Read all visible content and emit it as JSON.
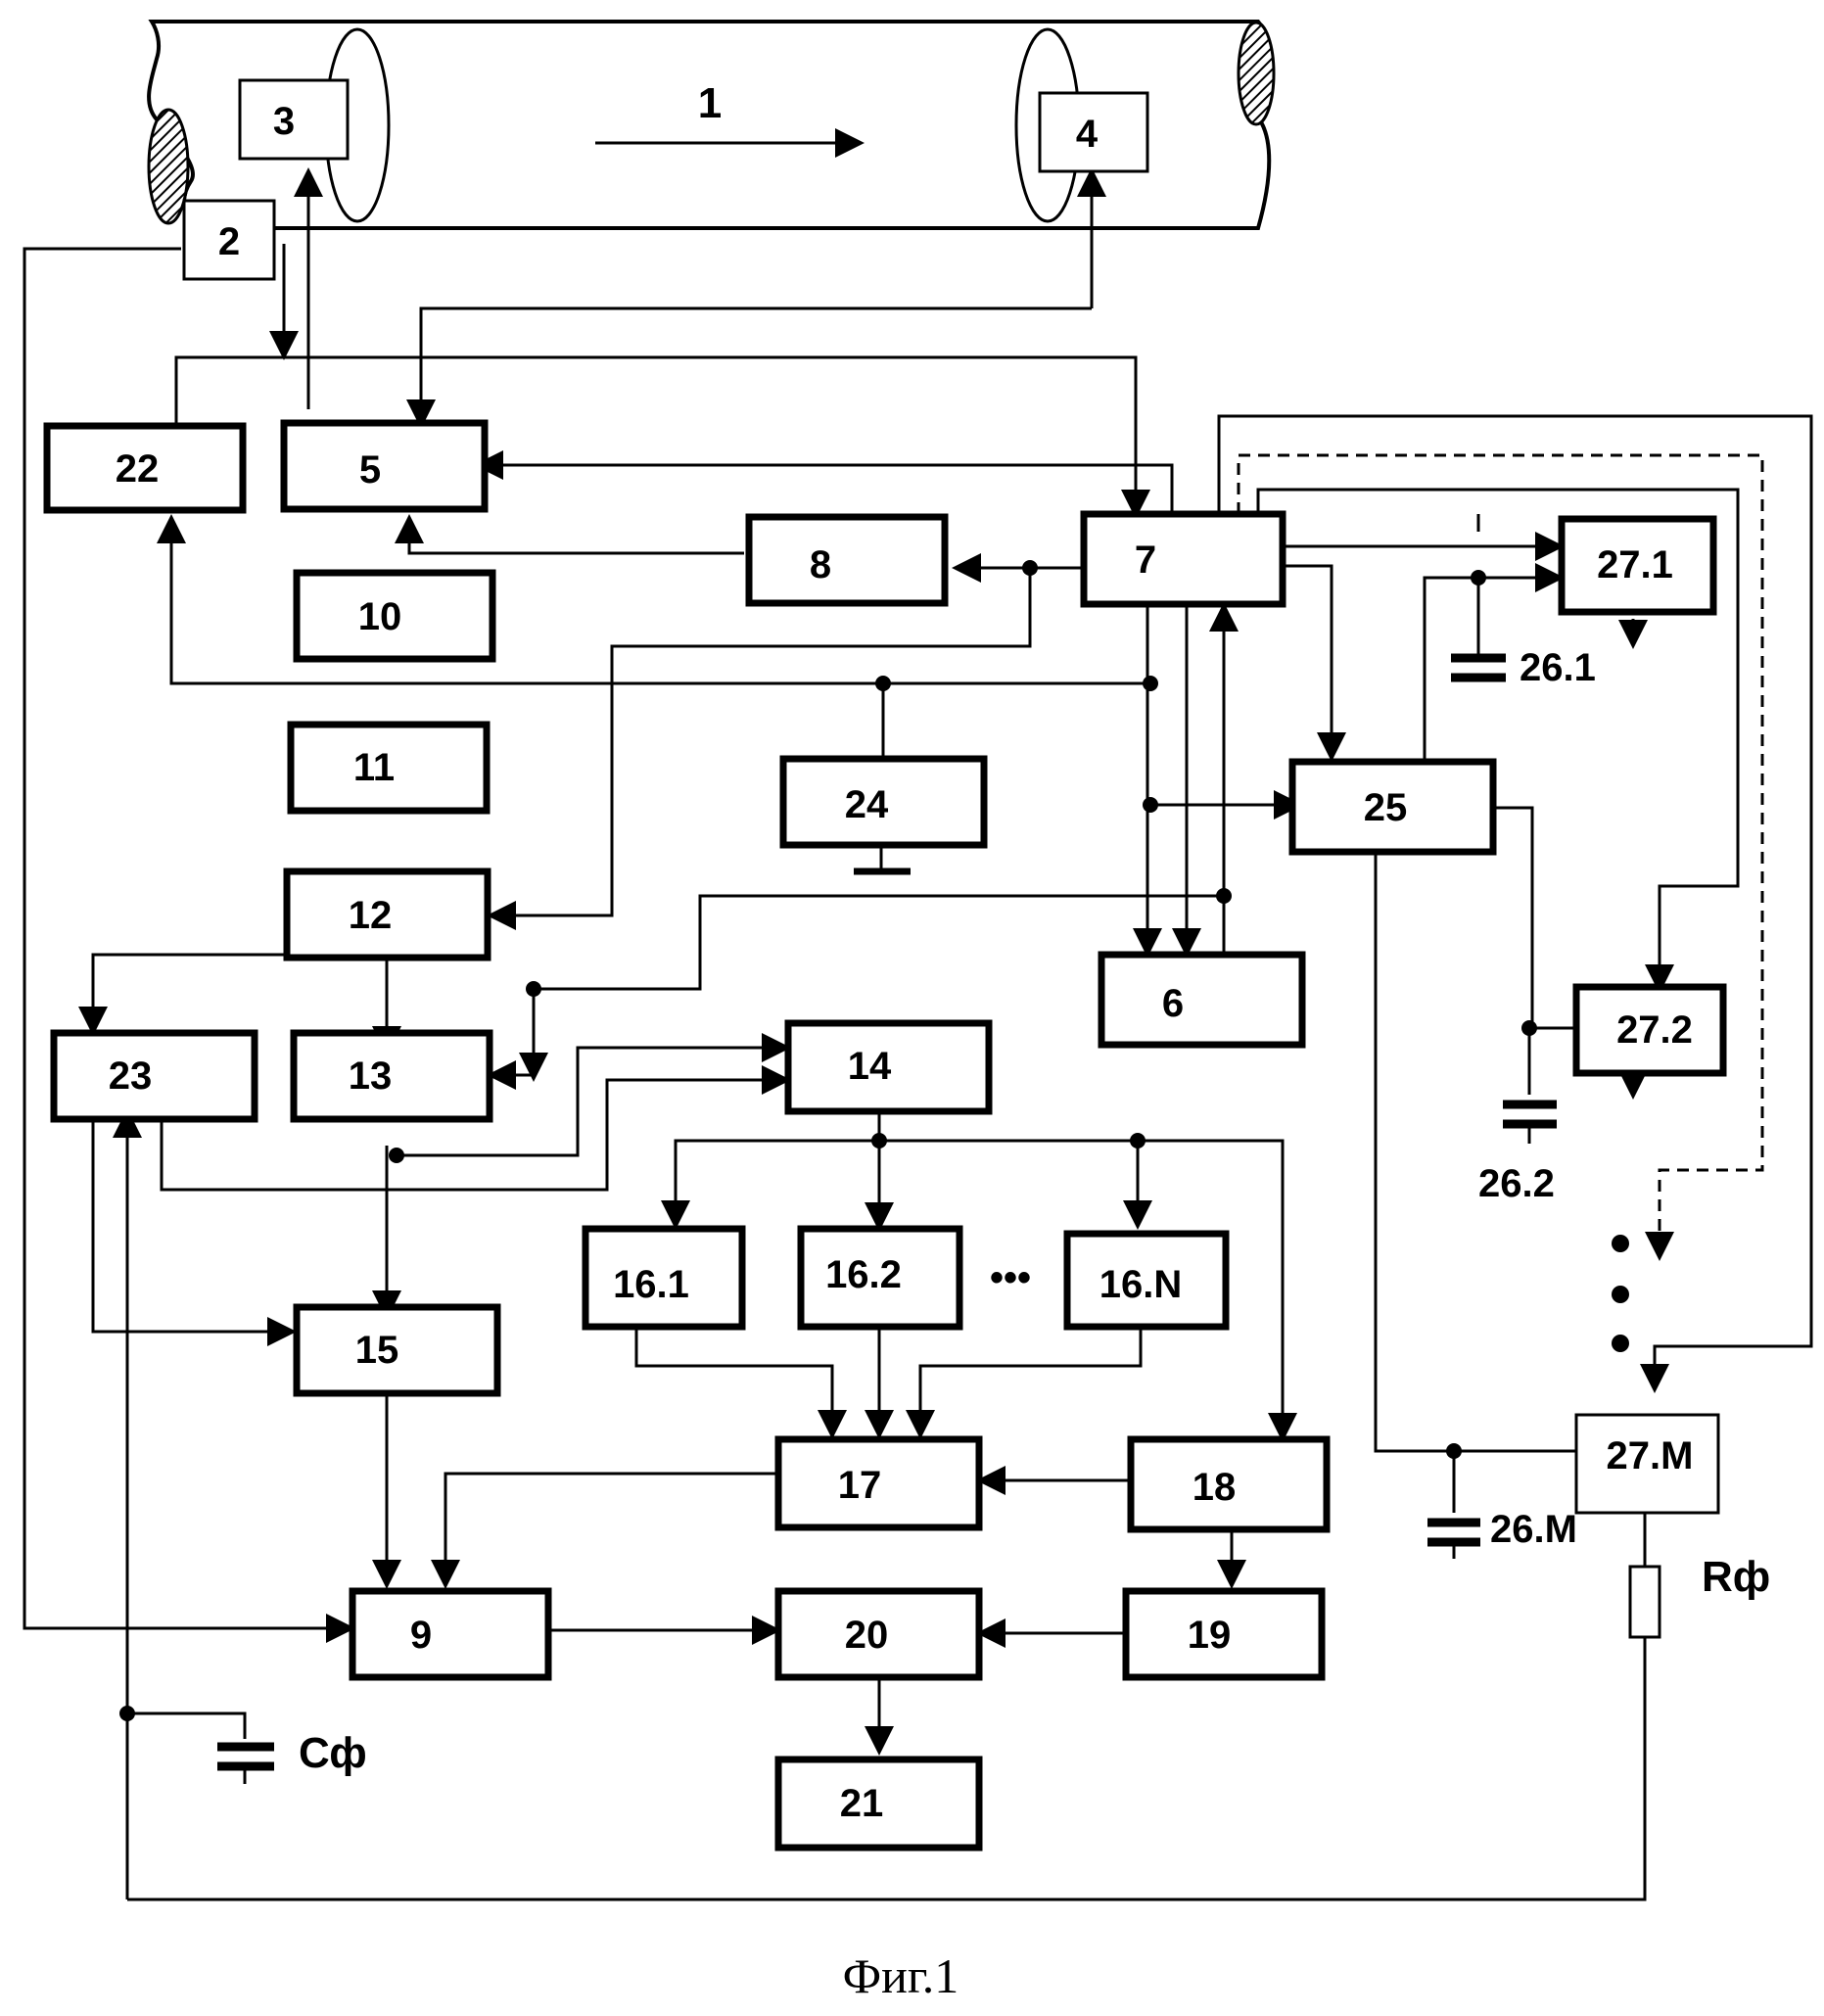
{
  "caption": "Фиг.1",
  "pipe_label": "1",
  "blocks": {
    "b2": "2",
    "b3": "3",
    "b4": "4",
    "b5": "5",
    "b6": "6",
    "b7": "7",
    "b8": "8",
    "b9": "9",
    "b10": "10",
    "b11": "11",
    "b12": "12",
    "b13": "13",
    "b14": "14",
    "b15": "15",
    "b16_1": "16.1",
    "b16_2": "16.2",
    "b16_n": "16.N",
    "b17": "17",
    "b18": "18",
    "b19": "19",
    "b20": "20",
    "b21": "21",
    "b22": "22",
    "b23": "23",
    "b24": "24",
    "b25": "25",
    "b27_1": "27.1",
    "b27_2": "27.2",
    "b27_m": "27.M"
  },
  "capacitors": {
    "c26_1": "26.1",
    "c26_2": "26.2",
    "c26_m": "26.M",
    "cf": "Сф"
  },
  "resistor": {
    "rf": "Rф"
  },
  "ellipsis_h": "•••"
}
